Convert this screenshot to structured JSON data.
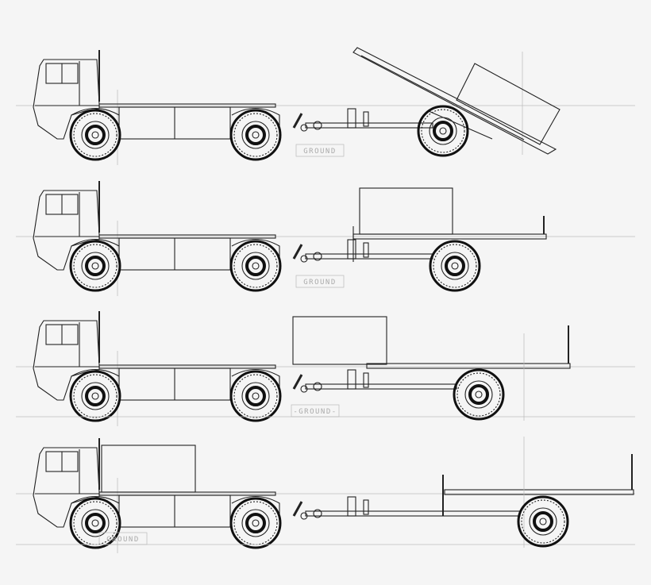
{
  "diagram": {
    "rows": [
      {
        "configuration": "trailer-bed-tilted",
        "ground_label": "GROUND"
      },
      {
        "configuration": "trailer-bed-flat-with-container",
        "ground_label": "GROUND"
      },
      {
        "configuration": "container-over-drawbar",
        "ground_label": "-GROUND-"
      },
      {
        "configuration": "container-on-truck",
        "ground_label": "GROUND"
      }
    ],
    "colors": {
      "background": "#f5f5f5",
      "line": "#222222",
      "guide": "#bbbbbb"
    }
  }
}
